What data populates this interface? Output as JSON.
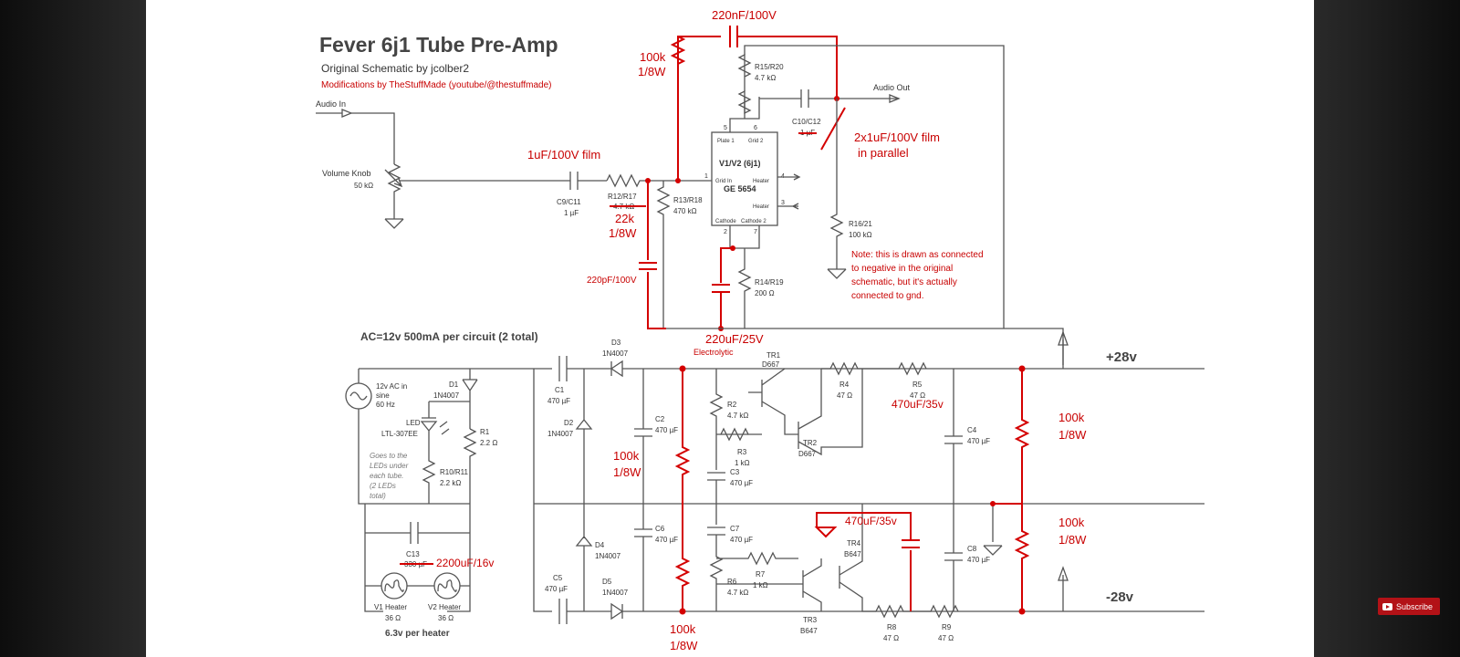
{
  "title": "Fever 6j1 Tube Pre-Amp",
  "subtitle": "Original Schematic by jcolber2",
  "mods": "Modifications by TheStuffMade (youtube/@thestuffmade)",
  "pre": {
    "audio_in": "Audio In",
    "audio_out": "Audio Out",
    "volume_label": "Volume Knob",
    "volume_value": "50 kΩ",
    "c9": "C9/C11",
    "c9_val": "1 µF",
    "c9_mod": "1uF/100V film",
    "r12": "R12/R17",
    "r12_old": "4.7 kΩ",
    "r12_mod1": "22k",
    "r12_mod2": "1/8W",
    "r13": "R13/R18",
    "r13_val": "470 kΩ",
    "c220p": "220pF/100V",
    "tube_label": "V1/V2 (6j1)",
    "tube_part": "GE 5654",
    "tube_plate": "Plate 1",
    "tube_grid2": "Grid 2",
    "tube_gridin": "Grid In",
    "tube_heater1": "Heater",
    "tube_heater2": "Heater",
    "tube_cathode": "Cathode",
    "tube_cathode2": "Cathode 2",
    "pin1": "1",
    "pin2": "2",
    "pin3": "3",
    "pin4": "4",
    "pin5": "5",
    "pin6": "6",
    "pin7": "7",
    "r15": "R15/R20",
    "r15_val": "4.7 kΩ",
    "r14": "R14/R19",
    "r14_val": "200 Ω",
    "r16": "R16/21",
    "r16_val": "100 kΩ",
    "c10": "C10/C12",
    "c10_old": "1 µF",
    "c10_mod1": "2x1uF/100V film",
    "c10_mod2": "in parallel",
    "top_cap": "220nF/100V",
    "top_res1": "100k",
    "top_res2": "1/8W",
    "c220u": "220uF/25V",
    "c220u_type": "Electrolytic",
    "note1": "Note: this is drawn as connected",
    "note2": "to negative in the original",
    "note3": "schematic, but it's actually",
    "note4": "connected to gnd."
  },
  "psu": {
    "ac_title": "AC=12v 500mA per circuit (2 total)",
    "ac_src1": "12v AC in",
    "ac_src2": "sine",
    "ac_src3": "60 Hz",
    "d1": "D1",
    "d1_val": "1N4007",
    "led1": "LED",
    "led2": "LTL-307EE",
    "r1": "R1",
    "r1_val": "2.2 Ω",
    "led_note1": "Goes to the",
    "led_note2": "LEDs under",
    "led_note3": "each tube.",
    "led_note4": "(2 LEDs",
    "led_note5": "total)",
    "r10": "R10/R11",
    "r10_val": "2.2 kΩ",
    "c13": "C13",
    "c13_old": "330 µF",
    "c13_mod": "2200uF/16v",
    "v1h": "V1 Heater",
    "v1h_val": "36 Ω",
    "v2h": "V2 Heater",
    "v2h_val": "36 Ω",
    "heater_note": "6.3v per heater",
    "c1": "C1",
    "c1_val": "470 µF",
    "d2": "D2",
    "d2_val": "1N4007",
    "d3": "D3",
    "d3_val": "1N4007",
    "d4": "D4",
    "d4_val": "1N4007",
    "d5": "D5",
    "d5_val": "1N4007",
    "c5": "C5",
    "c5_val": "470 µF",
    "c2": "C2",
    "c2_val": "470 µF",
    "c6": "C6",
    "c6_val": "470 µF",
    "bleed1a": "100k",
    "bleed1b": "1/8W",
    "bleed2a": "100k",
    "bleed2b": "1/8W",
    "r2": "R2",
    "r2_val": "4.7 kΩ",
    "r3": "R3",
    "r3_val": "1 kΩ",
    "c3": "C3",
    "c3_val": "470 µF",
    "c7": "C7",
    "c7_val": "470 µF",
    "r6": "R6",
    "r6_val": "4.7 kΩ",
    "r7": "R7",
    "r7_val": "1 kΩ",
    "tr1": "TR1",
    "tr1_val": "D667",
    "tr2": "TR2",
    "tr2_val": "D667",
    "tr3": "TR3",
    "tr3_val": "B647",
    "tr4": "TR4",
    "tr4_val": "B647",
    "r4": "R4",
    "r4_val": "47 Ω",
    "r5": "R5",
    "r5_val": "47 Ω",
    "r5_mod": "470uF/35v",
    "r8": "R8",
    "r8_val": "47 Ω",
    "r9": "R9",
    "r9_val": "47 Ω",
    "tr4_mod": "470uF/35v",
    "c4": "C4",
    "c4_val": "470 µF",
    "c8": "C8",
    "c8_val": "470 µF",
    "bleed3a": "100k",
    "bleed3b": "1/8W",
    "bleed4a": "100k",
    "bleed4b": "1/8W",
    "pos": "+28v",
    "neg": "-28v"
  },
  "ui": {
    "subscribe": "Subscribe"
  },
  "colors": {
    "ink": "#333333",
    "mod": "#c80000",
    "subscribe": "#b31217"
  }
}
